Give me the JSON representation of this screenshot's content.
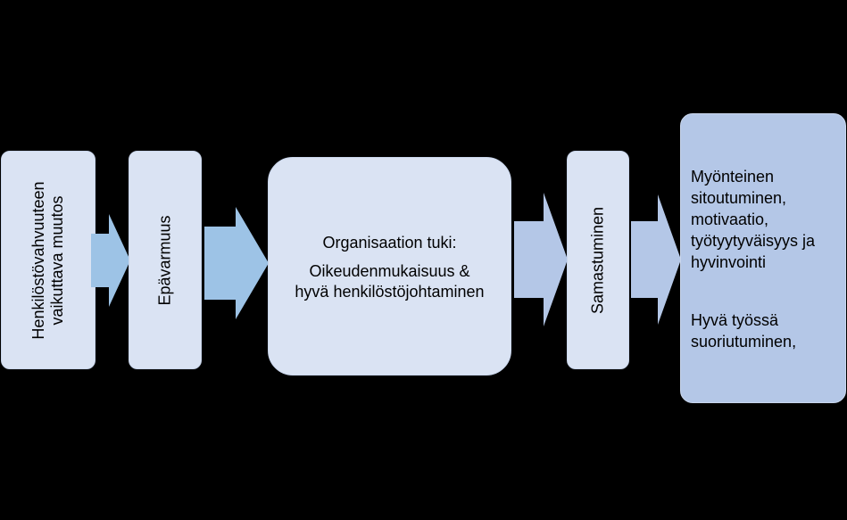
{
  "colors": {
    "background": "#000000",
    "box_fill": "#dae3f3",
    "outcome_fill": "#b4c7e7",
    "arrow_light": "#b4c7e7",
    "arrow_mid": "#9dc3e6"
  },
  "boxes": {
    "change": {
      "line1": "Henkilöstövahvuuteen",
      "line2": "vaikuttava muutos"
    },
    "uncertainty": {
      "text": "Epävarmuus"
    },
    "support": {
      "title": "Organisaation tuki:",
      "line1": "Oikeudenmukaisuus  &",
      "line2": "hyvä henkilöstöjohtaminen"
    },
    "identification": {
      "text": "Samastuminen"
    },
    "outcomes": {
      "lines1": [
        "Myönteinen",
        "sitoutuminen,",
        "motivaatio,",
        "työtyytyväisyys ja",
        "hyvinvointi"
      ],
      "lines2": [
        "Hyvä työssä",
        "suoriutuminen,"
      ]
    }
  }
}
